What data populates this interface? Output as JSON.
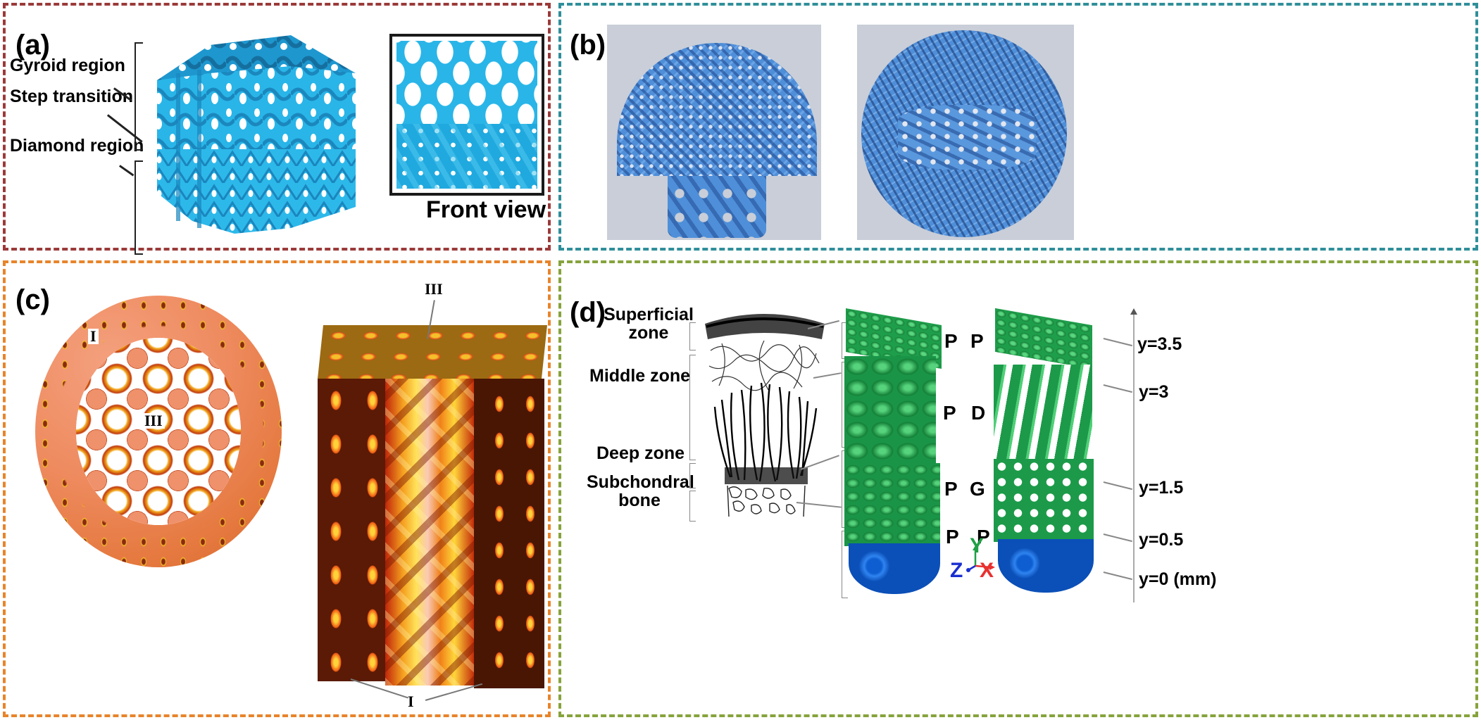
{
  "figure": {
    "panels": [
      {
        "id": "a",
        "label": "(a)",
        "border_color": "#9b3a3a",
        "annotations": [
          "Gyroid region",
          "Step transition",
          "Diamond region"
        ],
        "inset_caption": "Front view",
        "model_color": "#29b5e8"
      },
      {
        "id": "b",
        "label": "(b)",
        "border_color": "#2f8f9a",
        "views": [
          "side-view-mushroom-scaffold",
          "top-view-disc-scaffold"
        ],
        "model_color": "#4f8fd9",
        "background_color": "#c9ced8"
      },
      {
        "id": "c",
        "label": "(c)",
        "border_color": "#e8842a",
        "ring_labels": [
          "I",
          "III"
        ],
        "cube_labels": [
          "III",
          "I"
        ]
      },
      {
        "id": "d",
        "label": "(d)",
        "border_color": "#86a33c",
        "zones": [
          "Superficial zone",
          "Middle zone",
          "Deep zone",
          "Subchondral bone"
        ],
        "zone_lines": [
          [
            "Superficial",
            "zone"
          ],
          [
            "Middle zone"
          ],
          [
            "Deep zone"
          ],
          [
            "Subchondral",
            "bone"
          ]
        ],
        "tower_labels": [
          {
            "left": "P",
            "right": "P"
          },
          {
            "left": "P",
            "right": "D"
          },
          {
            "left": "P",
            "right": "G"
          },
          {
            "left": "P",
            "right": "P"
          }
        ],
        "y_ticks": [
          "y=3.5",
          "y=3",
          "y=1.5",
          "y=0.5",
          "y=0 (mm)"
        ],
        "axes": {
          "y": "Y",
          "z": "Z",
          "x": "X",
          "y_color": "#1fa045",
          "z_color": "#1a2fd0",
          "x_color": "#e8312f"
        },
        "lattice_color": "#1e9e4a",
        "base_color": "#1a6fe0"
      }
    ]
  }
}
